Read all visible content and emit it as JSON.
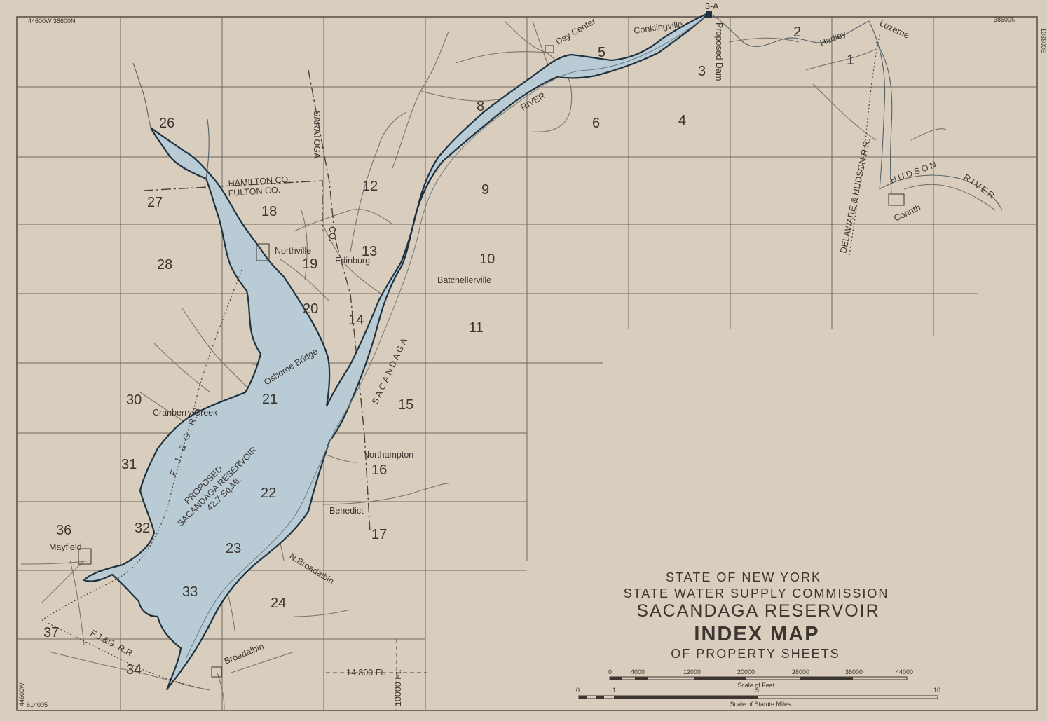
{
  "title": {
    "line1": "STATE OF NEW YORK",
    "line2": "STATE WATER SUPPLY COMMISSION",
    "line3": "SACANDAGA RESERVOIR",
    "line4": "INDEX MAP",
    "line5": "OF PROPERTY SHEETS"
  },
  "scales": {
    "feet_label": "Scale of Feet.",
    "feet_ticks": [
      "0",
      "4000",
      "12000",
      "20000",
      "28000",
      "36000",
      "44000"
    ],
    "miles_label": "Scale of Statute Miles",
    "miles_ticks": [
      "0",
      "1",
      "5",
      "10"
    ]
  },
  "coords": {
    "top_left": "44600W  38600N",
    "top_right_n": "38600N",
    "top_right_w": "103600E",
    "bottom_left_w": "44600W",
    "bottom_left_s": "614005"
  },
  "dimensions": {
    "horizontal": "14,800 Ft.",
    "vertical": "10000 Ft."
  },
  "sheet_numbers": [
    "1",
    "2",
    "3",
    "3-A",
    "4",
    "5",
    "6",
    "8",
    "9",
    "10",
    "11",
    "12",
    "13",
    "14",
    "15",
    "16",
    "17",
    "18",
    "19",
    "20",
    "21",
    "22",
    "23",
    "24",
    "26",
    "27",
    "28",
    "30",
    "31",
    "32",
    "33",
    "34",
    "36",
    "37"
  ],
  "places": {
    "day_center": "Day Center",
    "conklingville": "Conklingville",
    "proposed_dam": "Proposed Dam",
    "hadley": "Hadley",
    "luzerne": "Luzerne",
    "corinth": "Corinth",
    "northville": "Northville",
    "edinburg": "Edinburg",
    "batchellerville": "Batchellerville",
    "osborne_bridge": "Osborne Bridge",
    "cranberry_creek": "Cranberry Creek",
    "northampton": "Northampton",
    "benedict": "Benedict",
    "n_broadalbin": "N.Broadalbin",
    "broadalbin": "Broadalbin",
    "mayfield": "Mayfield"
  },
  "features": {
    "river": "RIVER",
    "sacandaga": "SACANDAGA",
    "hudson": "HUDSON",
    "hudson_river": "RIVER",
    "saratoga": "SARATOGA",
    "co": "CO.",
    "hamilton_co": "HAMILTON  CO.",
    "fulton_co": "FULTON  CO.",
    "dh_rr": "DELAWARE & HUDSON R.R.",
    "fjg_rr": "F. J. & G. R.R.",
    "fjg_rr_lower": "F.J.&G. R.R.",
    "reservoir_line1": "PROPOSED",
    "reservoir_line2": "SACANDAGA RESERVOIR",
    "reservoir_line3": "42.7 Sq.Mi."
  },
  "colors": {
    "paper": "#d9cdbd",
    "ink": "#3c3530",
    "water": "#b9cbd4",
    "shore": "#1e3240"
  }
}
